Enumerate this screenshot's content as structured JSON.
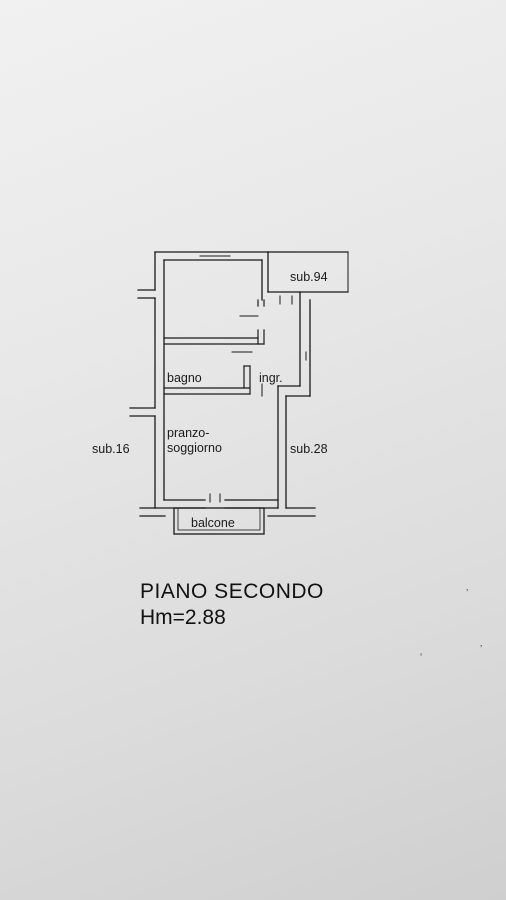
{
  "plan": {
    "rooms": {
      "bagno": "bagno",
      "ingresso": "ingr.",
      "pranzo_line1": "pranzo-",
      "pranzo_line2": "soggiorno",
      "balcone": "balcone"
    },
    "neighbors": {
      "top_right": "sub.94",
      "left": "sub.16",
      "right": "sub.28"
    }
  },
  "caption": {
    "floor": "PIANO SECONDO",
    "height": "Hm=2.88"
  },
  "colors": {
    "ink": "#1a1a1a",
    "paper": "#e6e6e6"
  }
}
